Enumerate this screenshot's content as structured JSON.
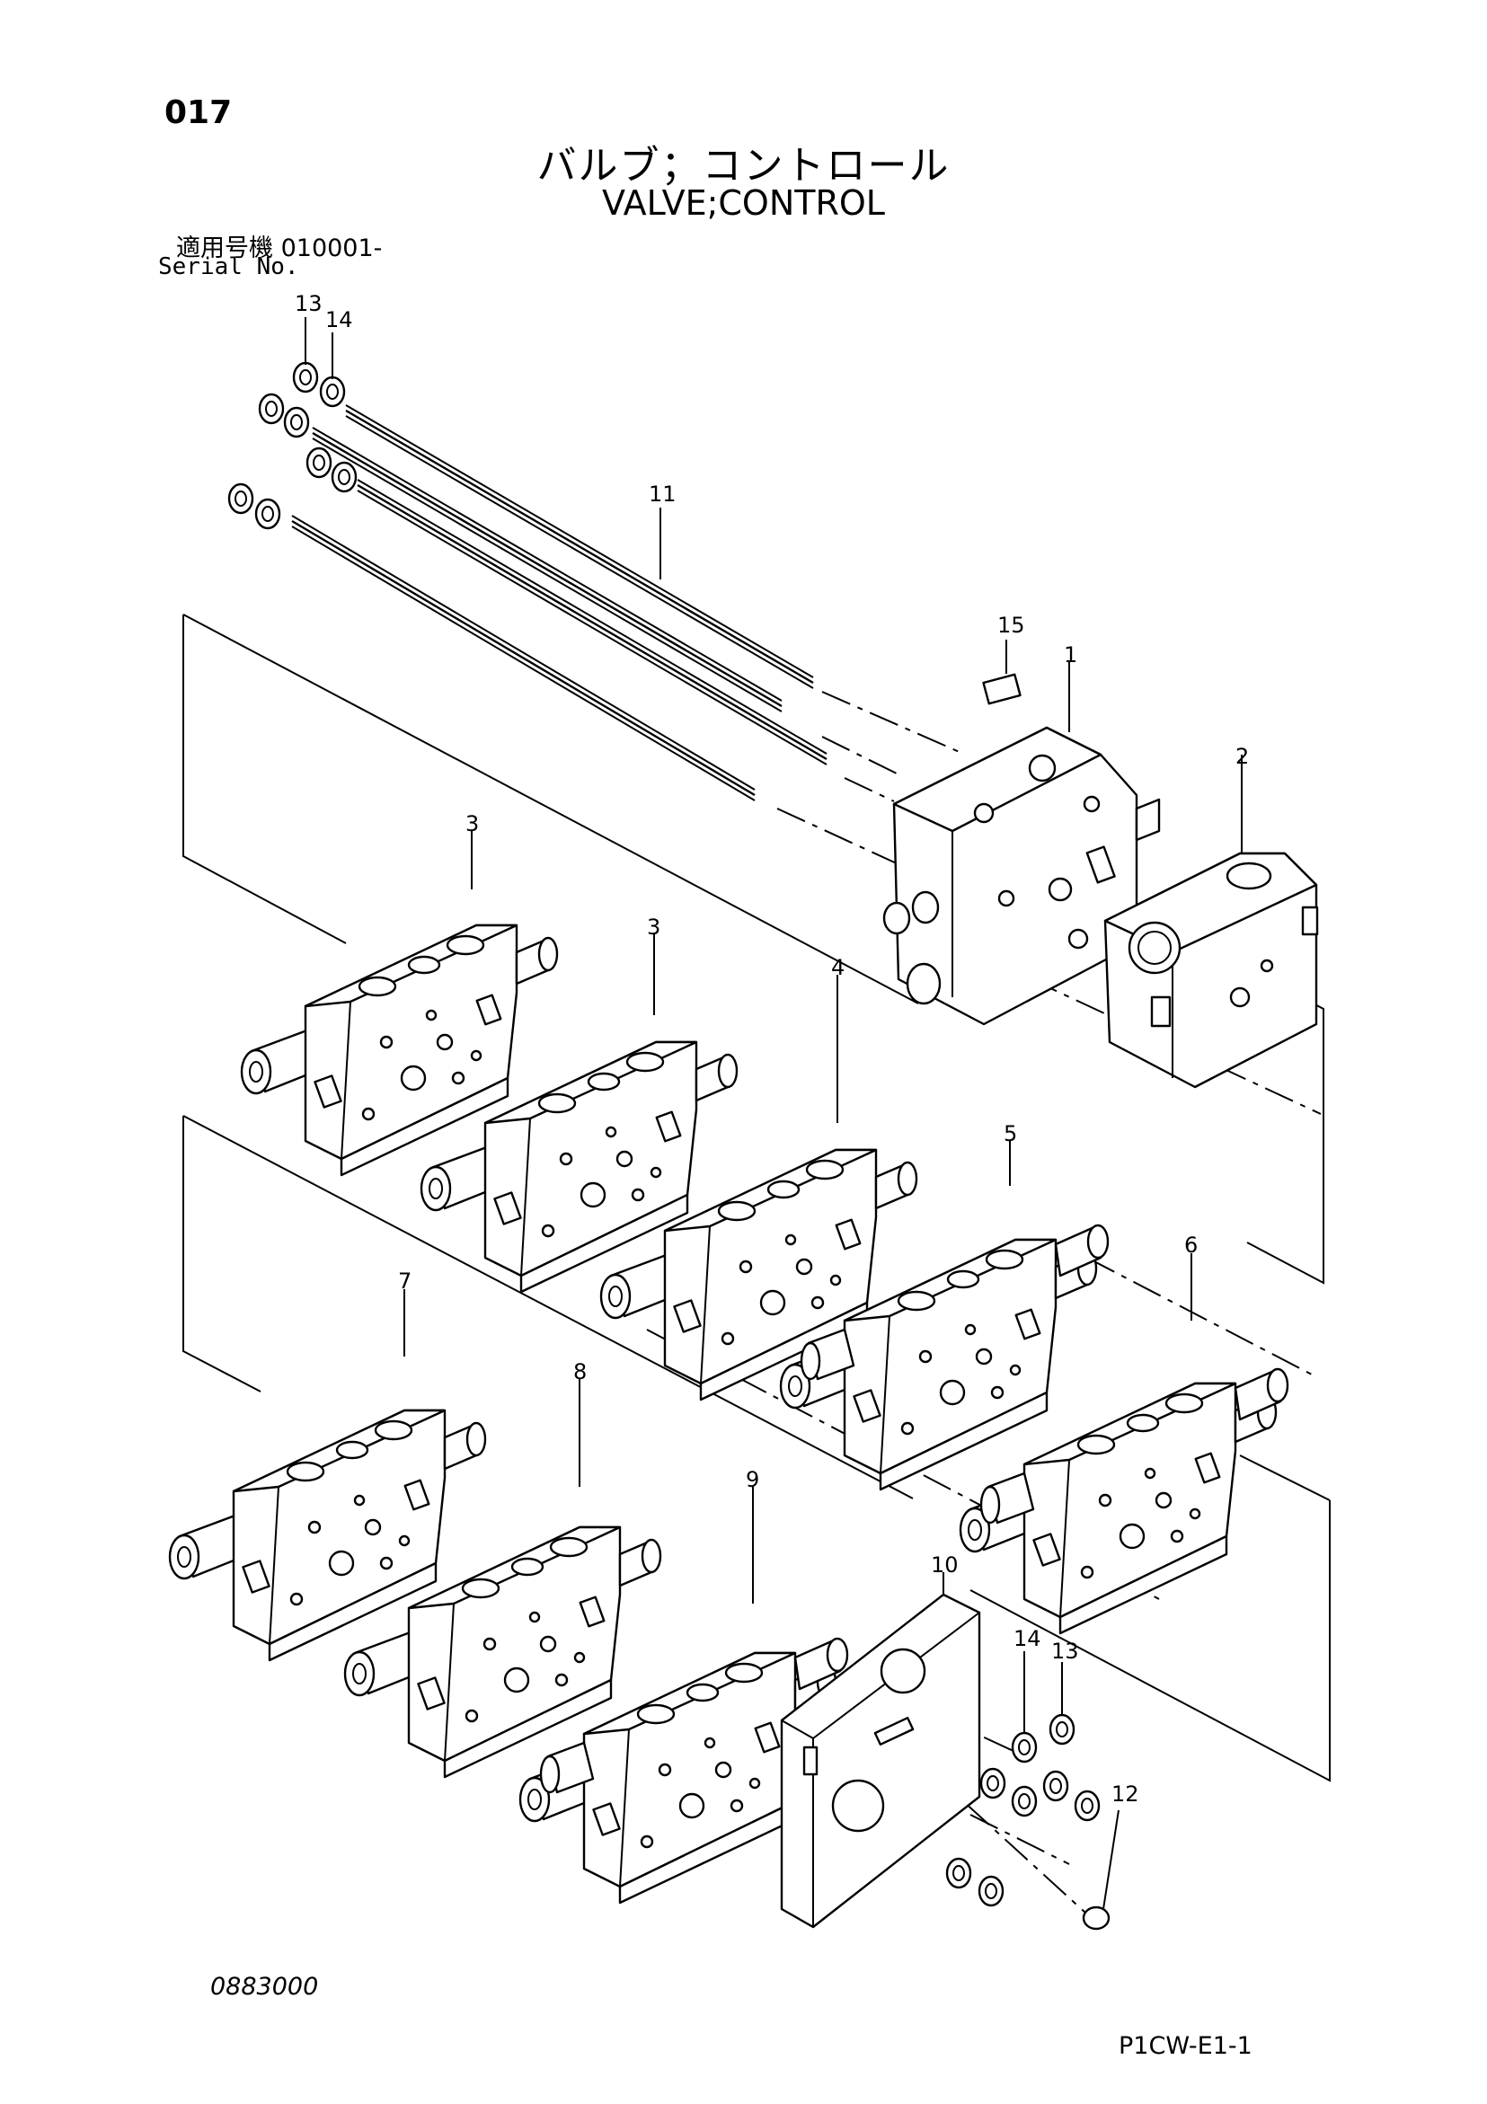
{
  "header": {
    "page_number": "017",
    "title_jp": "バルブ；コントロール",
    "title_en": "VALVE;CONTROL",
    "serial_label_jp": "適用号機  010001-",
    "serial_label_en": "Serial No."
  },
  "callouts": [
    "1",
    "2",
    "3",
    "3",
    "4",
    "5",
    "6",
    "7",
    "8",
    "9",
    "10",
    "11",
    "12",
    "13",
    "14",
    "13",
    "14",
    "15"
  ],
  "footer": {
    "drawing_number": "0883000",
    "page_code": "P1CW-E1-1"
  }
}
